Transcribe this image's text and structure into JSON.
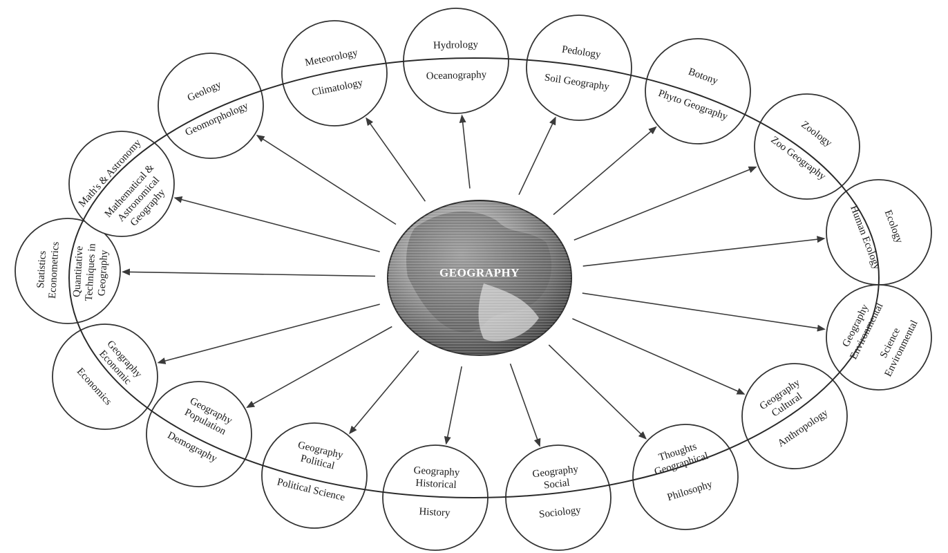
{
  "center": {
    "title": "GEOGRAPHY"
  },
  "bubbles": [
    {
      "outer": [
        "Meteorology"
      ],
      "inner": [
        "Climatology"
      ]
    },
    {
      "outer": [
        "Hydrology"
      ],
      "inner": [
        "Oceanography"
      ]
    },
    {
      "outer": [
        "Pedology"
      ],
      "inner": [
        "Soil Geography"
      ]
    },
    {
      "outer": [
        "Botony"
      ],
      "inner": [
        "Phyto Geography"
      ]
    },
    {
      "outer": [
        "Zoology"
      ],
      "inner": [
        "Zoo Geography"
      ]
    },
    {
      "outer": [
        "Ecology"
      ],
      "inner": [
        "Human Ecology"
      ]
    },
    {
      "outer": [
        "Environmental",
        "Science"
      ],
      "inner": [
        "Environmental",
        "Geography"
      ]
    },
    {
      "outer": [
        "Anthropology"
      ],
      "inner": [
        "Cultural",
        "Geography"
      ]
    },
    {
      "outer": [
        "Philosophy"
      ],
      "inner": [
        "Geographical",
        "Thoughts"
      ]
    },
    {
      "outer": [
        "Sociology"
      ],
      "inner": [
        "Social",
        "Geography"
      ]
    },
    {
      "outer": [
        "History"
      ],
      "inner": [
        "Historical",
        "Geography"
      ]
    },
    {
      "outer": [
        "Political Science"
      ],
      "inner": [
        "Political",
        "Geography"
      ]
    },
    {
      "outer": [
        "Demography"
      ],
      "inner": [
        "Population",
        "Geography"
      ]
    },
    {
      "outer": [
        "Economics"
      ],
      "inner": [
        "Economic",
        "Geography"
      ]
    },
    {
      "outer": [
        "Statistics",
        "Econometrics"
      ],
      "inner": [
        "Quantitative",
        "Techniques in",
        "Geography"
      ]
    },
    {
      "outer": [
        "Math's & Astronomy"
      ],
      "inner": [
        "Mathematical &",
        "Astronomical",
        "Geography"
      ]
    },
    {
      "outer": [
        "Geology"
      ],
      "inner": [
        "Geomorphology"
      ]
    }
  ]
}
